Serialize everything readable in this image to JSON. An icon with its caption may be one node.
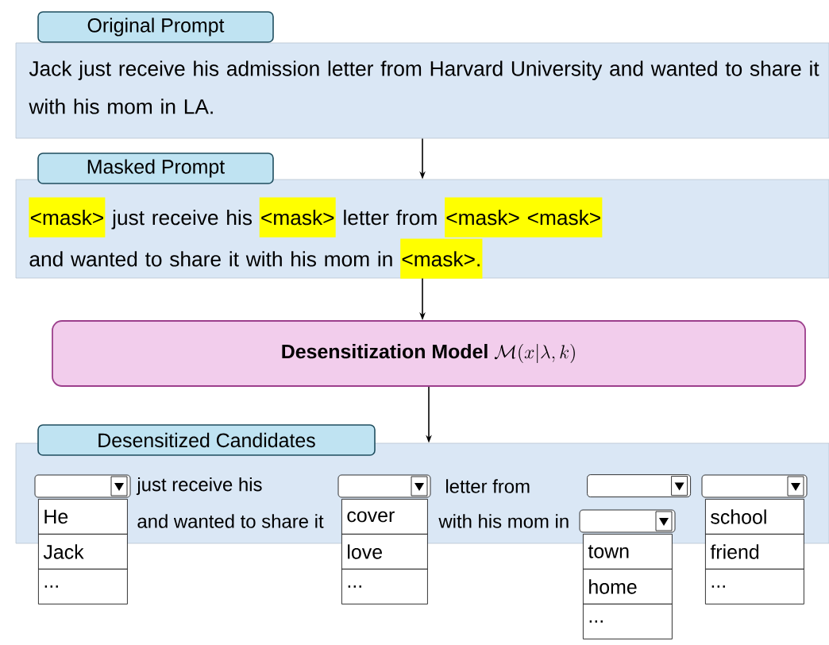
{
  "diagram": {
    "nodes": [
      {
        "text": [
          "Original Prompt",
          "Jack just receive his admission letter from Harvard University and wanted to share it with his mom in LA."
        ]
      },
      {
        "text": [
          "Masked Prompt",
          "<mask>",
          "just receive his",
          "<mask>",
          "letter from",
          "<mask> <mask>",
          "and wanted to share it with his mom in",
          "<mask>."
        ]
      },
      {
        "text": [
          "Desensitization Model",
          "\\mathcal{M}(x|\\lambda,k)"
        ]
      },
      {
        "text": [
          "Desensitized Candidates",
          "just receive his",
          "letter from",
          "and wanted to share it",
          "with his mom in"
        ]
      },
      {
        "text": [
          "He",
          "Jack",
          "..."
        ]
      },
      {
        "text": [
          "cover",
          "love",
          "..."
        ]
      },
      {
        "text": [],
        "shape": "box",
        "in": 3
      },
      {
        "text": [
          "school",
          "friend",
          "..."
        ]
      },
      {
        "text": [
          "town",
          "home",
          "..."
        ]
      }
    ],
    "edges": [
      {
        "from": 0,
        "to": 1,
        "arrow": "to"
      },
      {
        "from": 1,
        "to": 2,
        "arrow": "to"
      },
      {
        "from": 2,
        "to": 3,
        "arrow": "to"
      }
    ]
  }
}
